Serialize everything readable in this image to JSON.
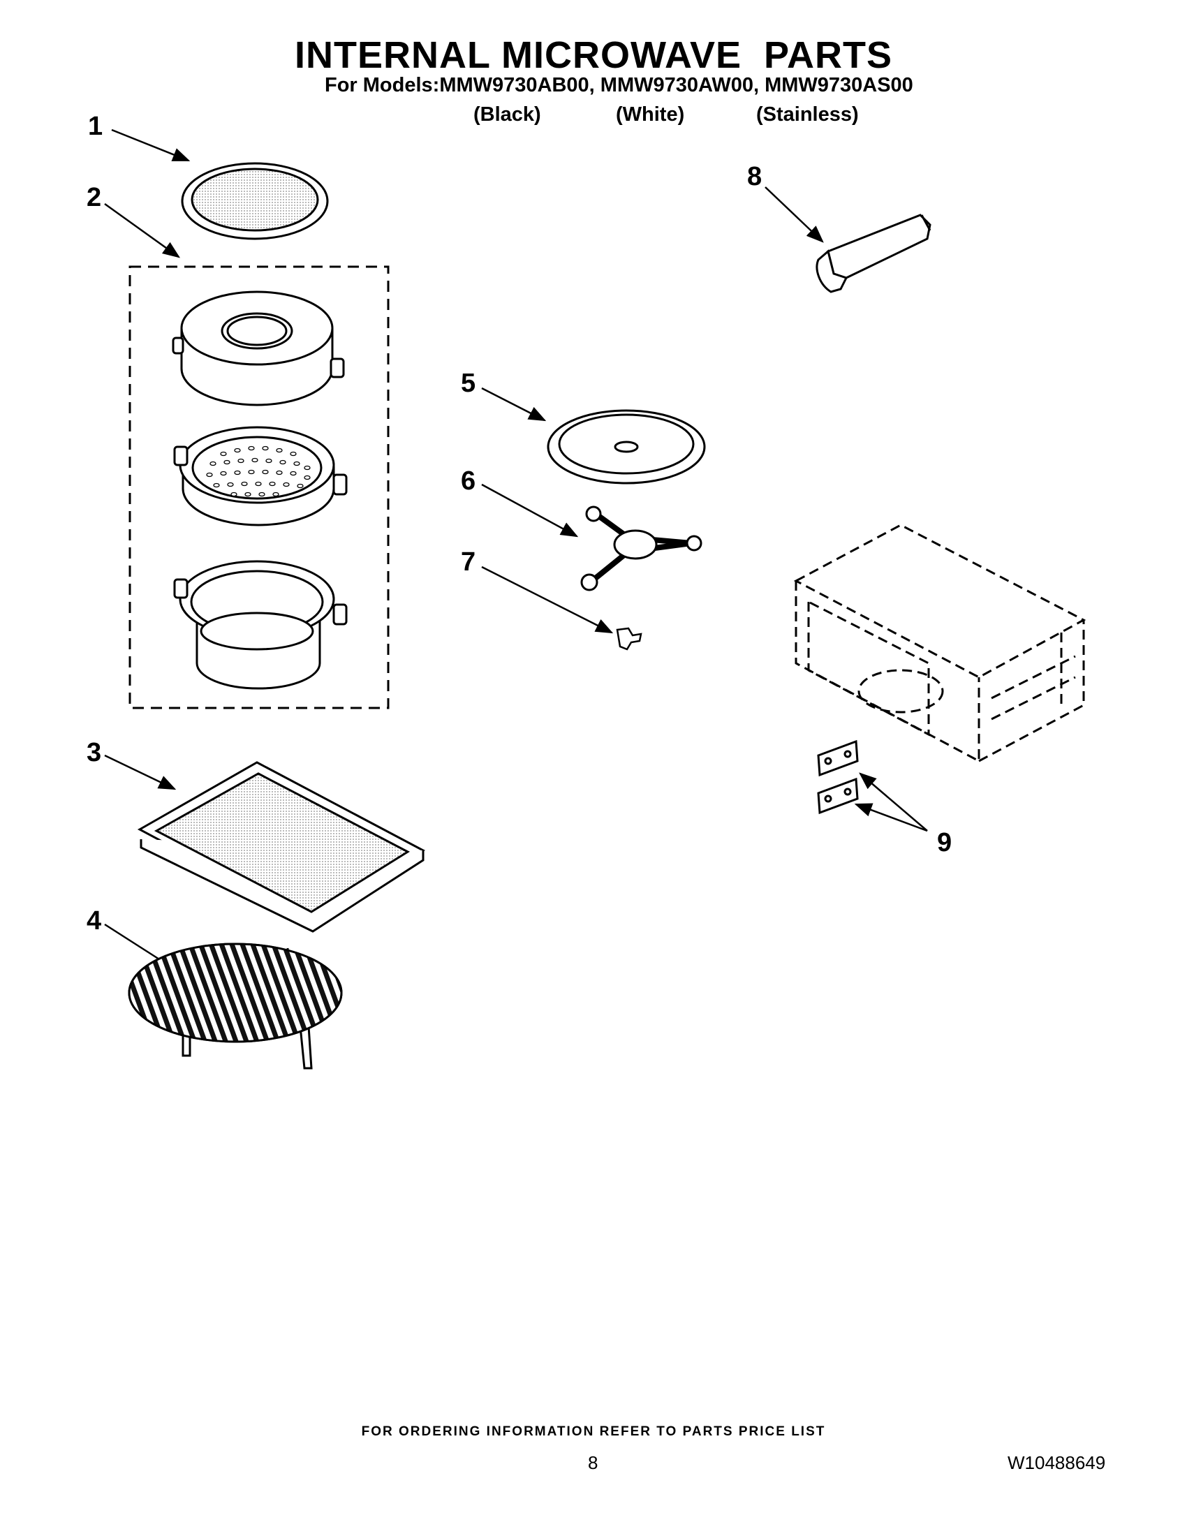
{
  "header": {
    "title": "INTERNAL MICROWAVE  PARTS",
    "subtitle": "For Models:MMW9730AB00, MMW9730AW00, MMW9730AS00",
    "variants": [
      "(Black)",
      "(White)",
      "(Stainless)"
    ]
  },
  "callouts": [
    "1",
    "2",
    "3",
    "4",
    "5",
    "6",
    "7",
    "8",
    "9"
  ],
  "footer": {
    "ordering_note": "FOR ORDERING INFORMATION REFER TO PARTS PRICE LIST",
    "page_number": "8",
    "document_number": "W10488649"
  }
}
